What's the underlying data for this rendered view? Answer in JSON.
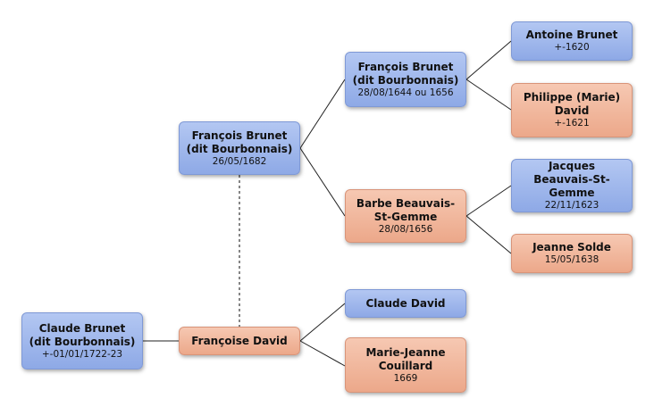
{
  "people": {
    "claude_brunet": {
      "name": "Claude Brunet (dit Bourbonnais)",
      "date": "+-01/01/1722-23"
    },
    "francois_brunet_1682": {
      "name": "François Brunet (dit Bourbonnais)",
      "date": "26/05/1682"
    },
    "francoise_david": {
      "name": "Françoise David",
      "date": ""
    },
    "francois_brunet_1644": {
      "name": "François Brunet (dit Bourbonnais)",
      "date": "28/08/1644 ou 1656"
    },
    "barbe_beauvais": {
      "name": "Barbe Beauvais-St-Gemme",
      "date": "28/08/1656"
    },
    "claude_david": {
      "name": "Claude David",
      "date": ""
    },
    "marie_jeanne_couillard": {
      "name": "Marie-Jeanne Couillard",
      "date": "1669"
    },
    "antoine_brunet": {
      "name": "Antoine Brunet",
      "date": "+-1620"
    },
    "philippe_david": {
      "name": "Philippe (Marie) David",
      "date": "+-1621"
    },
    "jacques_beauvais": {
      "name": "Jacques Beauvais-St-Gemme",
      "date": "22/11/1623"
    },
    "jeanne_solde": {
      "name": "Jeanne Solde",
      "date": "15/05/1638"
    }
  },
  "colors": {
    "male": "#8ea9e6",
    "female": "#eca88a",
    "connector": "#222222"
  }
}
